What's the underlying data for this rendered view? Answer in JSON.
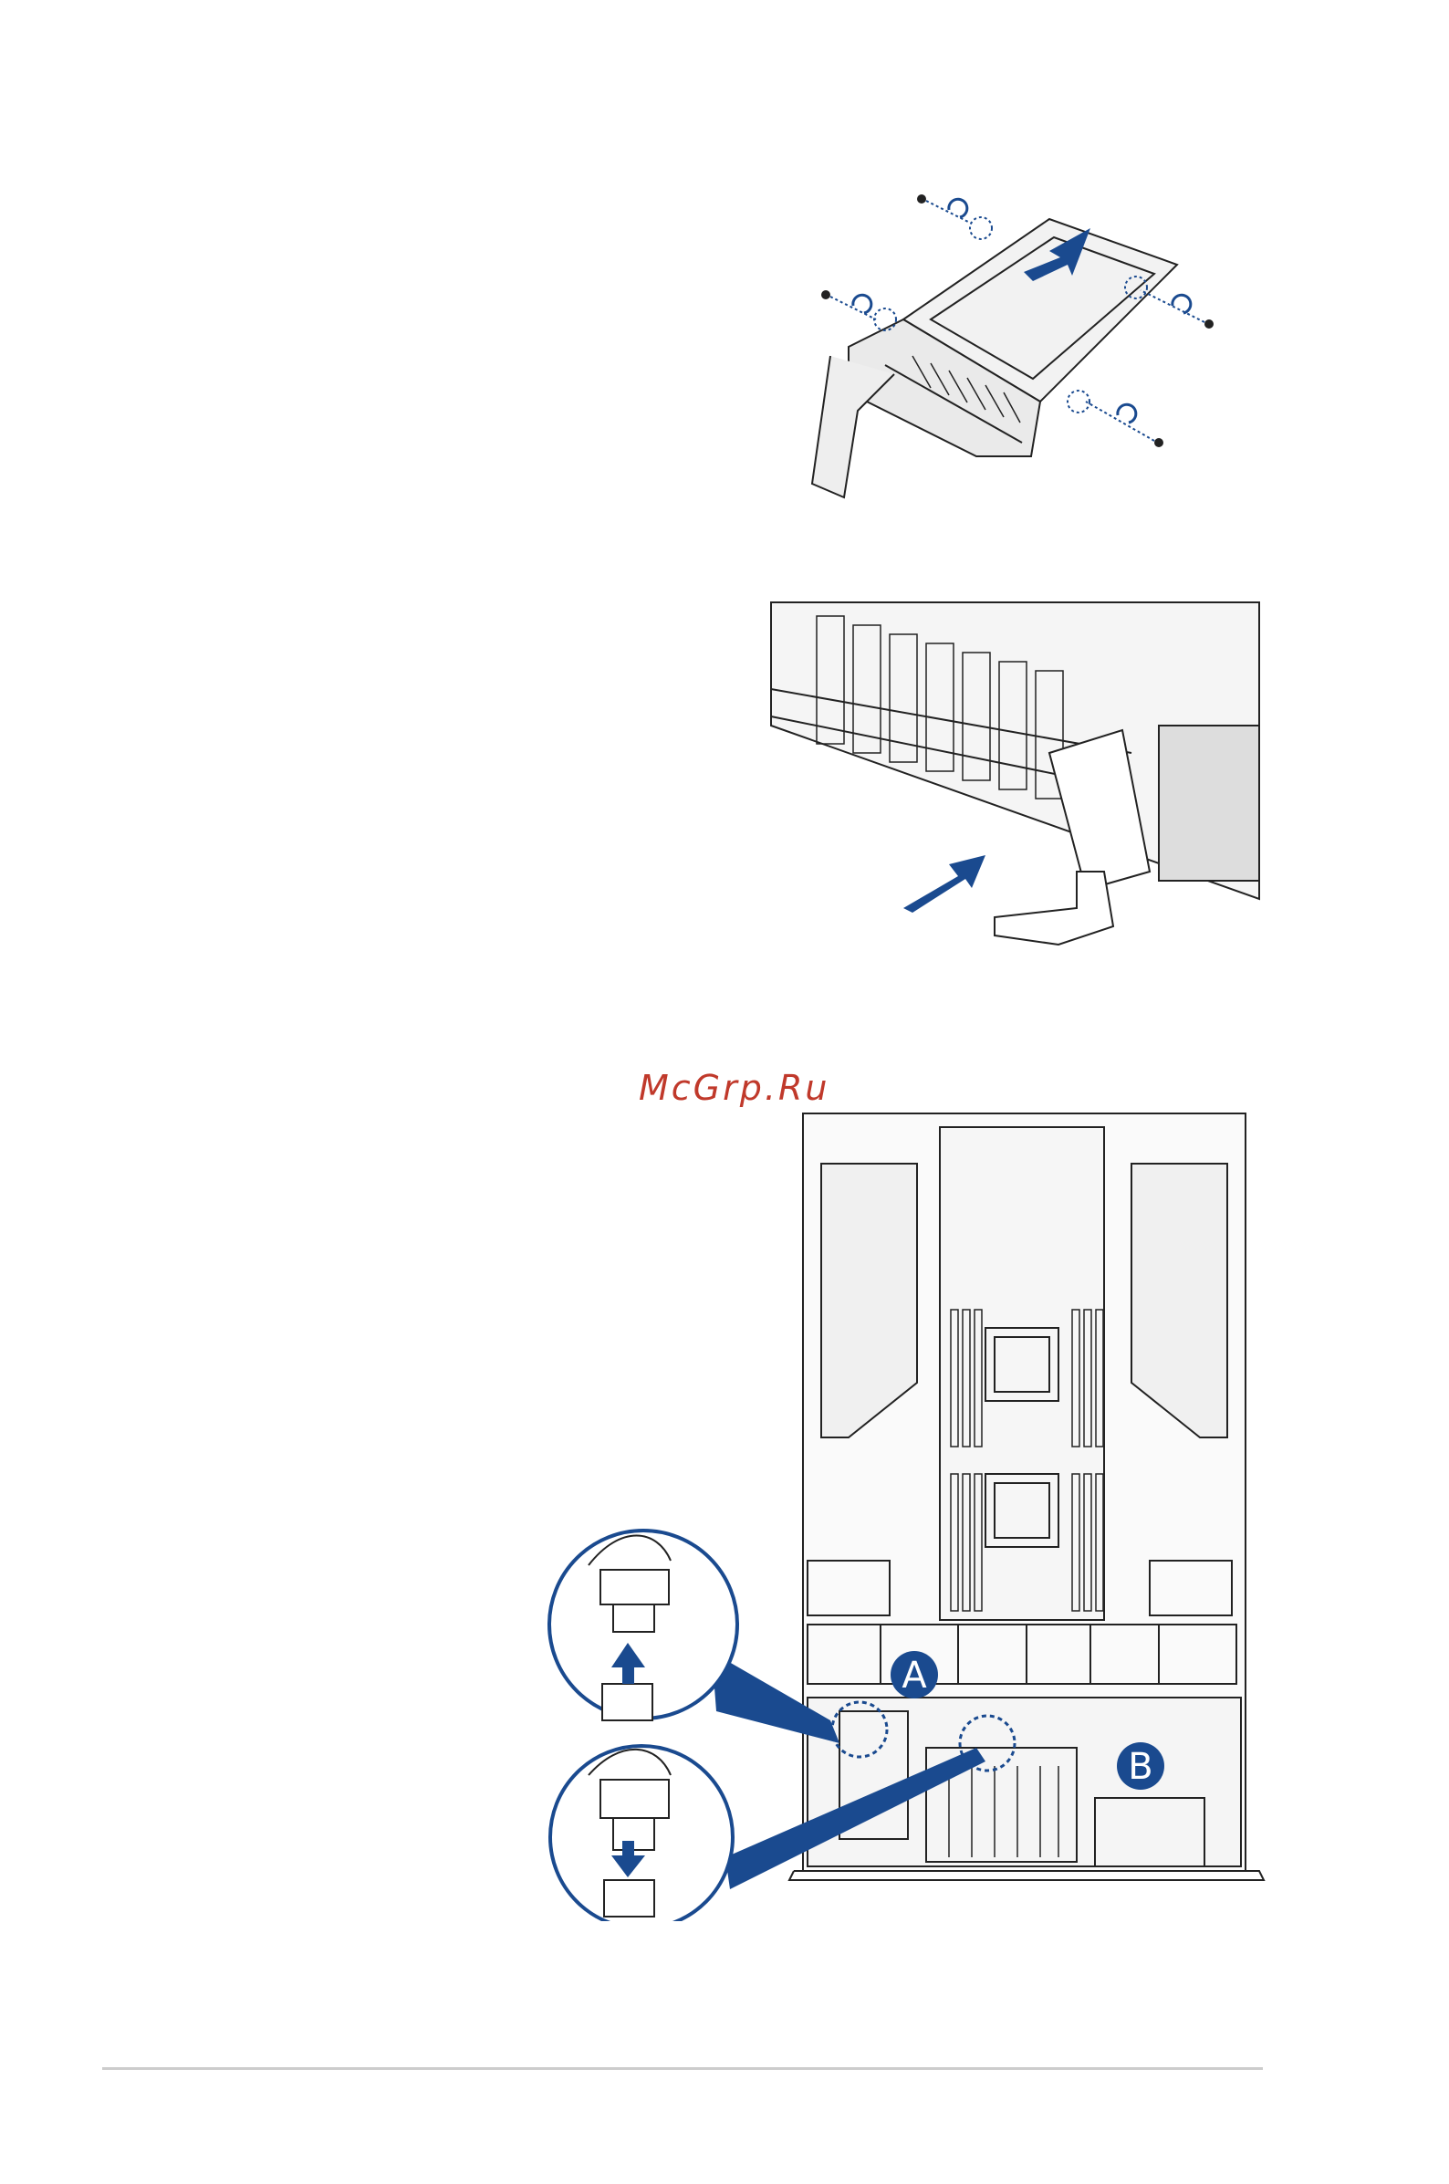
{
  "watermark": "McGrp.Ru",
  "callouts": {
    "a": "A",
    "b": "B"
  },
  "colors": {
    "accent": "#1a4a8f",
    "line": "#222222",
    "watermark": "#c0392b"
  },
  "icons": {
    "insert_arrow": "arrow-icon",
    "screw": "screw-icon"
  }
}
